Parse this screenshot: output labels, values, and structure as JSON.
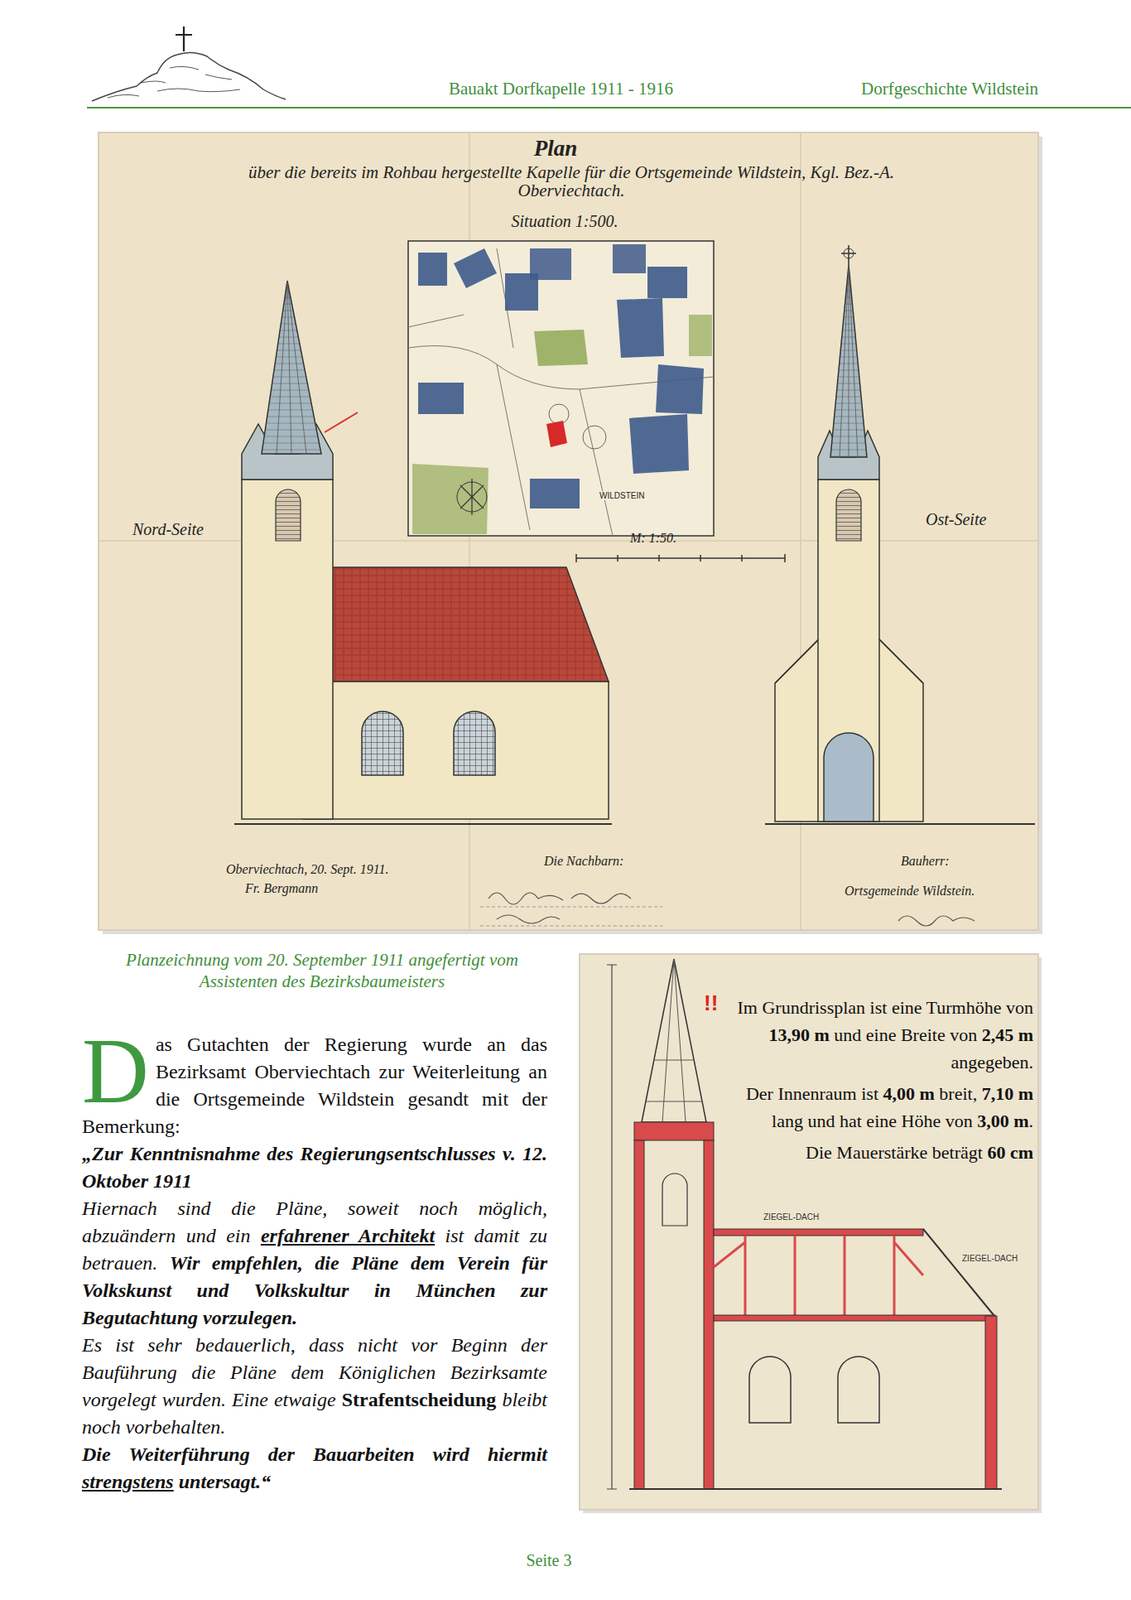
{
  "diagram": {
    "caption": "Planzeichnung vom 20. September 1911 angefertigt vom Assistenten des Bezirksbaumeisters",
    "labels": [
      "Bauakt Dorfkapelle 1911 - 1916",
      "Dorfgeschichte Wildstein",
      "Plan",
      "über die bereits im Rohbau hergestellte Kapelle für die Ortsgemeinde Wildstein, Kgl. Bez.-A. Oberviechtach.",
      "Situation 1:500.",
      "WILDSTEIN",
      "Nord-Seite",
      "Ost-Seite",
      "M: 1:50.",
      "Oberviechtach, 20. Sept. 1911.",
      "Fr. Bergmann",
      "Die Nachbarn:",
      "Bauherr:",
      "Ortsgemeinde Wildstein.",
      "D",
      "as Gutachten der Regierung wurde an das Bezirksamt Oberviechtach zur Weiterleitung an die Ortsgemeinde Wildstein gesandt mit der Bemerkung:",
      "„Zur Kenntnisnahme des Regierungsentschlusses v. 12. Oktober 1911",
      "Hiernach sind die Pläne, soweit noch möglich, abzuändern und ein",
      "erfahrener Architekt",
      "ist damit zu betrauen.",
      "Wir empfehlen, die Pläne dem Verein für Volkskunst und Volkskultur in München zur Begutachtung vorzulegen.",
      "Es ist sehr bedauerlich, dass nicht vor Beginn der Bauführung die Pläne dem Königlichen Bezirksamte vorgelegt wurden. Eine etwaige",
      "Strafentscheidung",
      "bleibt noch vorbehalten.",
      "Die Weiterführung der Bauarbeiten wird hiermit",
      "strengstens",
      "untersagt.“",
      "Im Grundrissplan ist eine Turmhöhe von",
      "13,90 m",
      "und eine Breite von",
      "2,45 m",
      "angegeben.",
      "Der Innenraum ist",
      "4,00 m",
      "breit,",
      "7,10 m",
      "lang und hat eine Höhe von",
      "3,00 m",
      ".",
      "Die Mauerstärke beträgt",
      "60 cm",
      "!!",
      "ZIEGEL-DACH",
      "ZIEGEL-DACH",
      "Seite 3"
    ]
  }
}
